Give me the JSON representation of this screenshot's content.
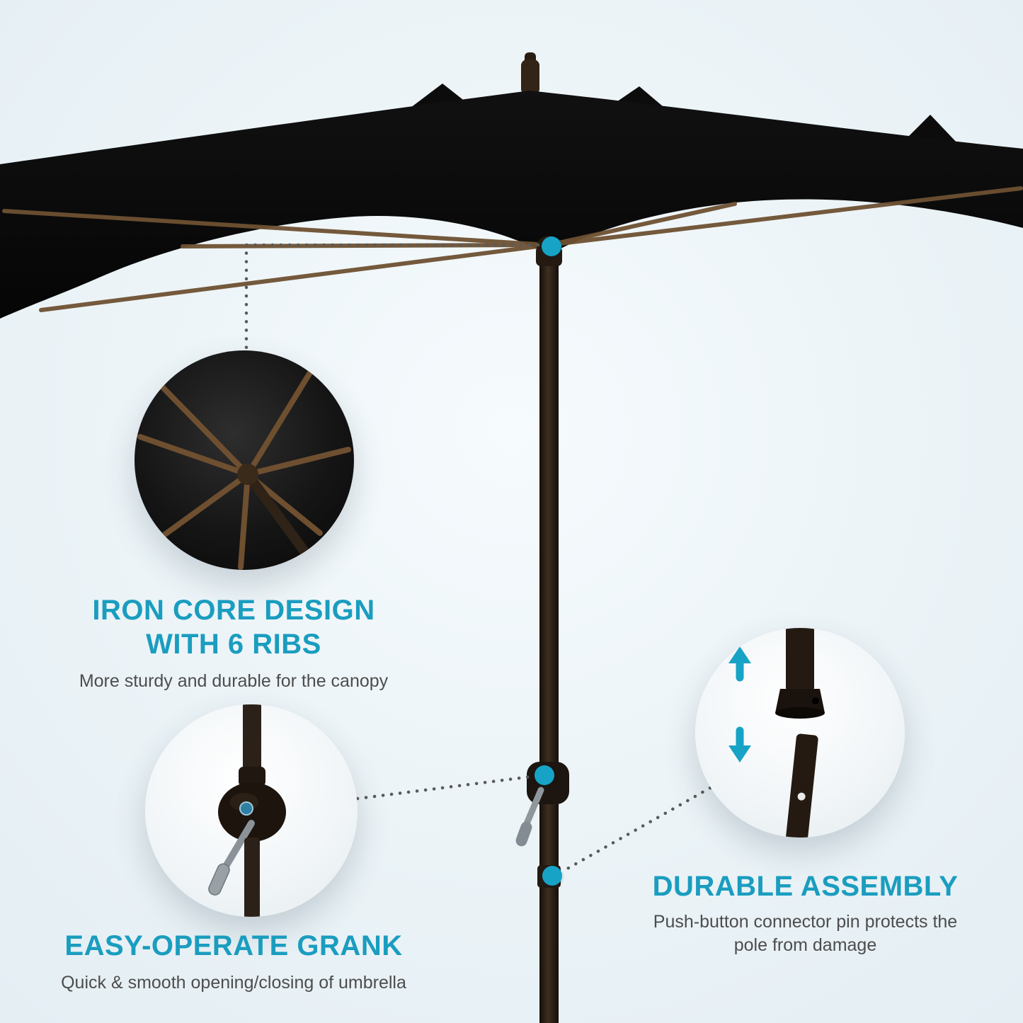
{
  "colors": {
    "accent_teal": "#1a9dbf",
    "hotspot_dot": "#17a3c5",
    "background": "#ebf3f7",
    "canopy_black": "#0b0b0b",
    "rib_brown": "#6e5132",
    "body_text": "#4d4d4d"
  },
  "icons": {
    "hotspots": [
      "canopy-hub-dot",
      "crank-dot",
      "pole-connector-dot"
    ],
    "arrows": [
      "arrow-up",
      "arrow-down"
    ]
  },
  "features": {
    "ribs": {
      "title_line1": "IRON CORE DESIGN",
      "title_line2": "WITH 6 RIBS",
      "description": "More sturdy and durable for the canopy"
    },
    "crank": {
      "title": "EASY-OPERATE GRANK",
      "description": "Quick & smooth opening/closing of umbrella"
    },
    "assembly": {
      "title": "DURABLE ASSEMBLY",
      "description_line1": "Push-button connector pin protects the",
      "description_line2": "pole from damage"
    }
  }
}
